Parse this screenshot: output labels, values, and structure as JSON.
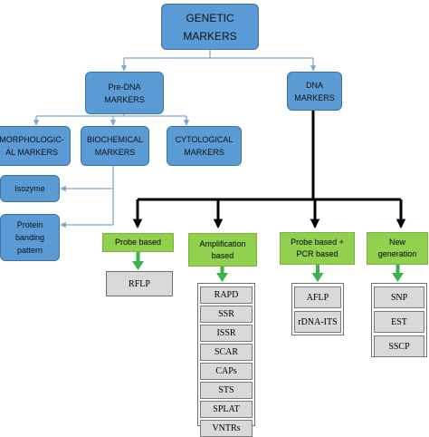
{
  "nodes": {
    "genetic_markers": "GENETIC\nMARKERS",
    "pre_dna_markers": "Pre-DNA\nMARKERS",
    "dna_markers": "DNA\nMARKERS",
    "morphological_markers": "MORPHOLOGIC-\nAL MARKERS",
    "biochemical_markers": "BIOCHEMICAL\nMARKERS",
    "cytological_markers": "CYTOLOGICAL\nMARKERS",
    "isozyme": "Isozyme",
    "protein_banding_pattern": "Protein\nbanding\npattern"
  },
  "categories": {
    "probe_based": "Probe based",
    "amplification_based": "Amplification\nbased",
    "probe_pcr_based": "Probe based +\nPCR based",
    "new_generation": "New\ngeneration"
  },
  "techniques": {
    "probe_based": [
      "RFLP"
    ],
    "amplification_based": [
      "RAPD",
      "SSR",
      "ISSR",
      "SCAR",
      "CAPs",
      "STS",
      "SPLAT",
      "VNTRs"
    ],
    "probe_pcr_based": [
      "AFLP",
      "rDNA-ITS"
    ],
    "new_generation": [
      "SNP",
      "EST",
      "SSCP"
    ]
  },
  "colors": {
    "marker_box": "#5b9bd5",
    "category_box": "#92d050",
    "technique_box": "#d9d9d9",
    "thin_connector": "#7fa7cf",
    "thick_connector": "#000000",
    "green_arrow": "#3cb34a"
  }
}
